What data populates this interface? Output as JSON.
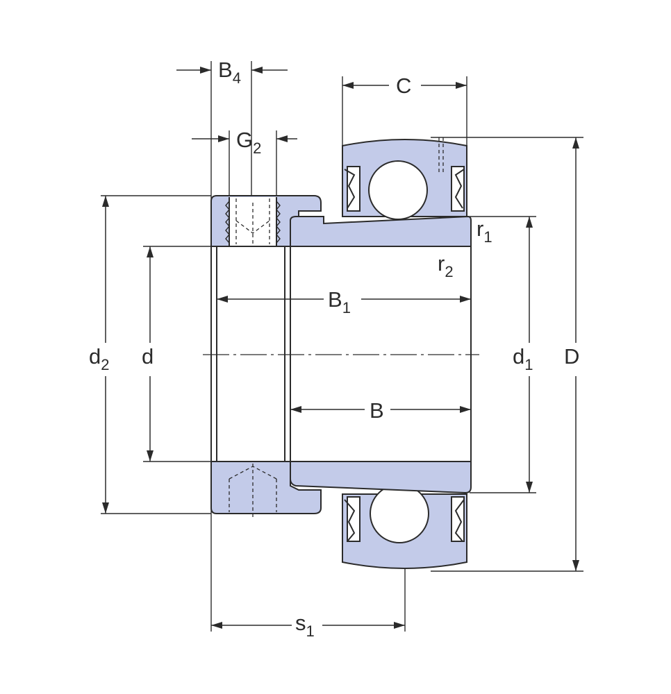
{
  "dimension_labels": {
    "B4": {
      "main": "B",
      "sub": "4"
    },
    "G2": {
      "main": "G",
      "sub": "2"
    },
    "C": {
      "main": "C",
      "sub": ""
    },
    "r1": {
      "main": "r",
      "sub": "1"
    },
    "r2": {
      "main": "r",
      "sub": "2"
    },
    "B1": {
      "main": "B",
      "sub": "1"
    },
    "d2": {
      "main": "d",
      "sub": "2"
    },
    "d": {
      "main": "d",
      "sub": ""
    },
    "d1": {
      "main": "d",
      "sub": "1"
    },
    "D": {
      "main": "D",
      "sub": ""
    },
    "B": {
      "main": "B",
      "sub": ""
    },
    "s1": {
      "main": "s",
      "sub": "1"
    }
  },
  "colors": {
    "section_fill": "#c3cbe9",
    "line": "#2b2b2b",
    "background": "#ffffff"
  }
}
